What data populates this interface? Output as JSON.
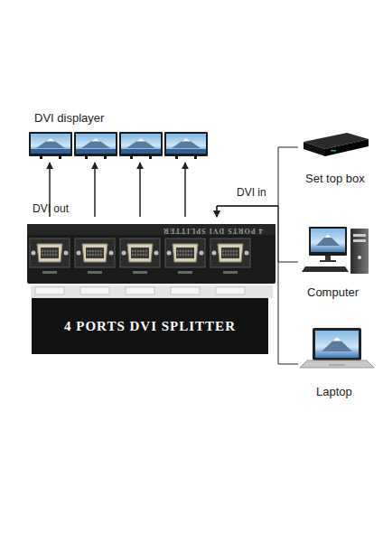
{
  "diagram": {
    "nodes": [
      {
        "text": [
          "DVI displayer"
        ]
      },
      {
        "text": [
          "4 PORTS DVI SPLITTER",
          "4 PORTS DVI SPLITTER"
        ]
      },
      {
        "text": [
          "Set top box"
        ]
      },
      {
        "text": [
          "Computer"
        ]
      },
      {
        "text": [
          "Laptop"
        ]
      }
    ],
    "edges": [
      {
        "from": 1,
        "to": 0,
        "arrow": "to"
      },
      {
        "from": 1,
        "to": 0,
        "arrow": "to"
      },
      {
        "from": 1,
        "to": 0,
        "arrow": "to"
      },
      {
        "from": 1,
        "to": 0,
        "arrow": "to"
      },
      {
        "from": 2,
        "to": 1,
        "arrow": "to"
      },
      {
        "from": 3,
        "to": 1,
        "arrow": "to"
      },
      {
        "from": 4,
        "to": 1,
        "arrow": "to"
      }
    ],
    "labels": [
      "DVI out",
      "DVI in"
    ]
  }
}
